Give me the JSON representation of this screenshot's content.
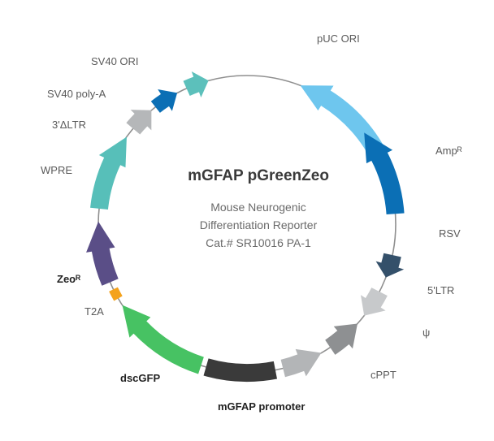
{
  "plasmid": {
    "name": "mGFAP pGreenZeo",
    "description_line1": "Mouse Neurogenic",
    "description_line2": "Differentiation Reporter",
    "catalog": "Cat.# SR10016 PA-1"
  },
  "features": {
    "puc_ori": {
      "label": "pUC ORI",
      "color": "#6ec6ee"
    },
    "amp": {
      "label": "Ampᴿ",
      "color": "#0b6fb5"
    },
    "rsv": {
      "label": "RSV",
      "color": "#34506a"
    },
    "ltr5": {
      "label": "5'LTR",
      "color": "#c7c9cb"
    },
    "psi": {
      "label": "ψ",
      "color": "#8e9092"
    },
    "cppt": {
      "label": "cPPT",
      "color": "#b3b5b7"
    },
    "mgfap_promoter": {
      "label": "mGFAP promoter",
      "color": "#3a3a3a"
    },
    "dscgfp": {
      "label": "dscGFP",
      "color": "#47c263"
    },
    "t2a": {
      "label": "T2A",
      "color": "#f4a21c"
    },
    "zeo": {
      "label": "Zeoᴿ",
      "color": "#5a4e87"
    },
    "wpre": {
      "label": "WPRE",
      "color": "#57bfb9"
    },
    "ltr3": {
      "label": "3'ΔLTR",
      "color": "#b5b7b9"
    },
    "sv40_polya": {
      "label": "SV40 poly-A",
      "color": "#0b6fb5"
    },
    "sv40_ori": {
      "label": "SV40 ORI",
      "color": "#5cc0bb"
    }
  }
}
